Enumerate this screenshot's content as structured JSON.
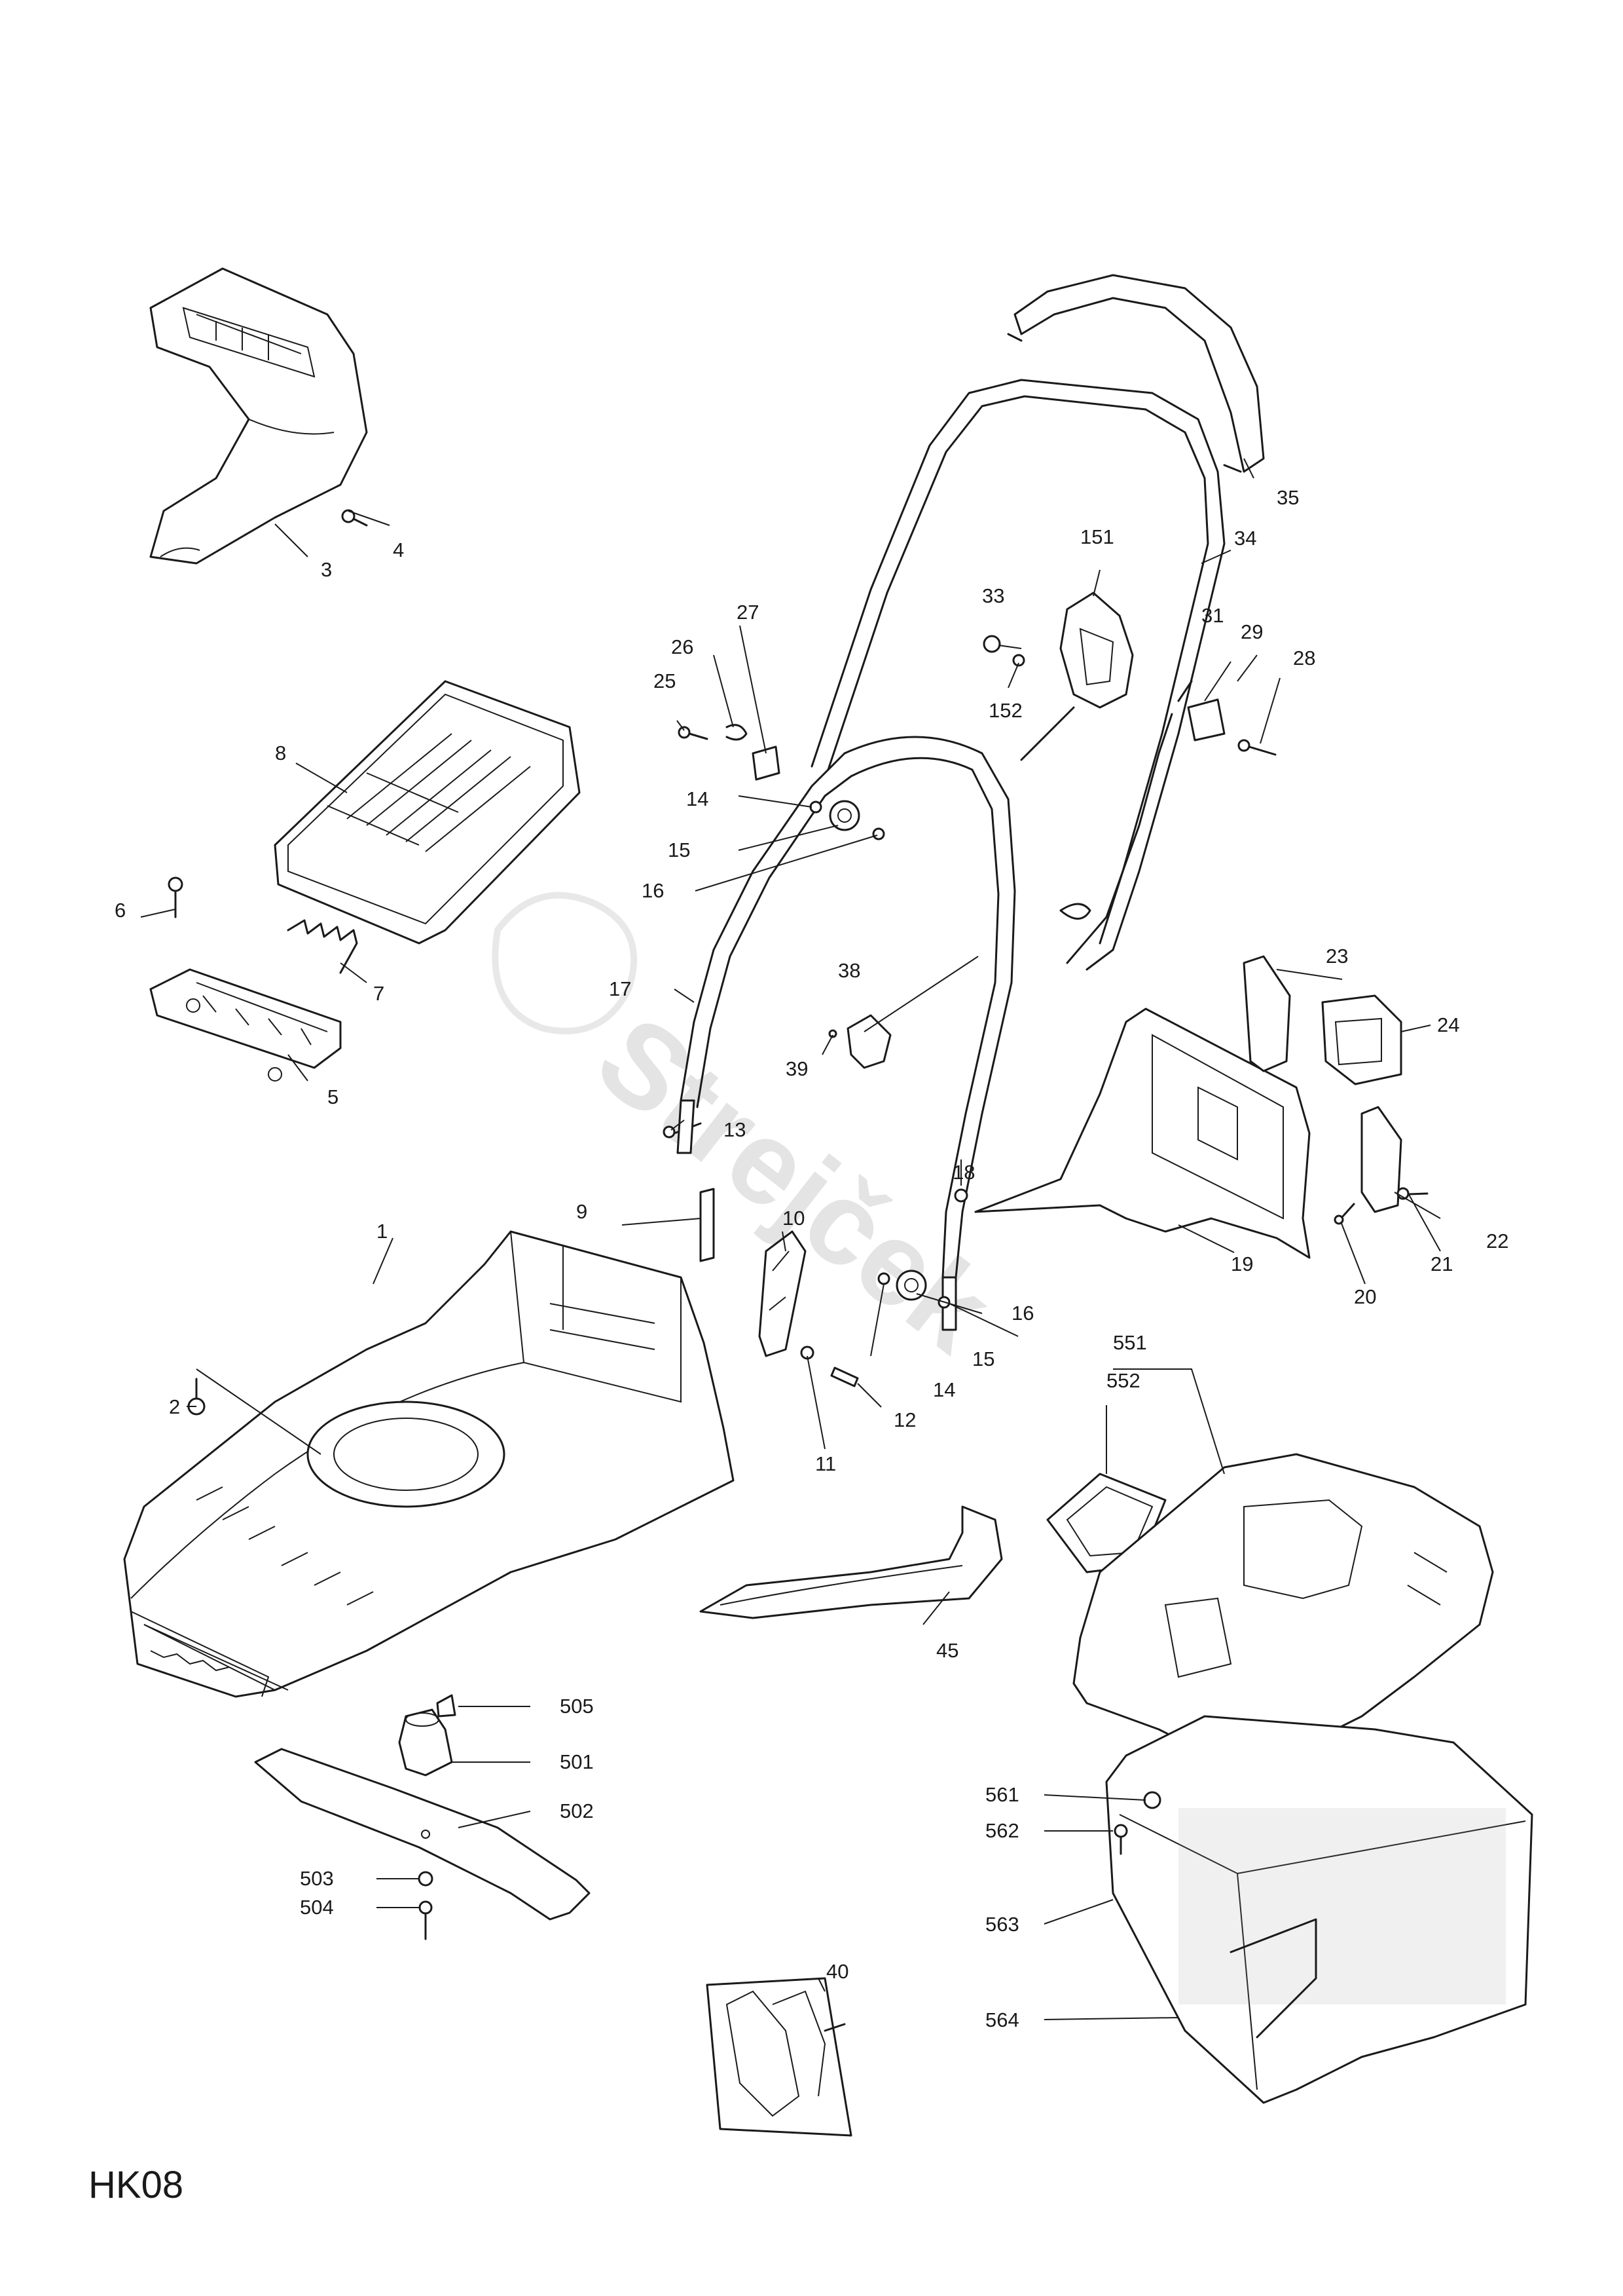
{
  "diagram_code": "HK08",
  "watermark": "Strejček",
  "part_numbers": {
    "p1": "1",
    "p2": "2",
    "p3": "3",
    "p4": "4",
    "p5": "5",
    "p6": "6",
    "p7": "7",
    "p8": "8",
    "p9": "9",
    "p10": "10",
    "p11": "11",
    "p12": "12",
    "p13": "13",
    "p14a": "14",
    "p14b": "14",
    "p15a": "15",
    "p15b": "15",
    "p16a": "16",
    "p16b": "16",
    "p17": "17",
    "p18": "18",
    "p19": "19",
    "p20": "20",
    "p21": "21",
    "p22": "22",
    "p23": "23",
    "p24": "24",
    "p25": "25",
    "p26": "26",
    "p27": "27",
    "p28": "28",
    "p29": "29",
    "p31": "31",
    "p33": "33",
    "p34": "34",
    "p35": "35",
    "p38": "38",
    "p39": "39",
    "p40": "40",
    "p45": "45",
    "p151": "151",
    "p152": "152",
    "p501": "501",
    "p502": "502",
    "p503": "503",
    "p504": "504",
    "p505": "505",
    "p551": "551",
    "p552": "552",
    "p561": "561",
    "p562": "562",
    "p563": "563",
    "p564": "564"
  }
}
